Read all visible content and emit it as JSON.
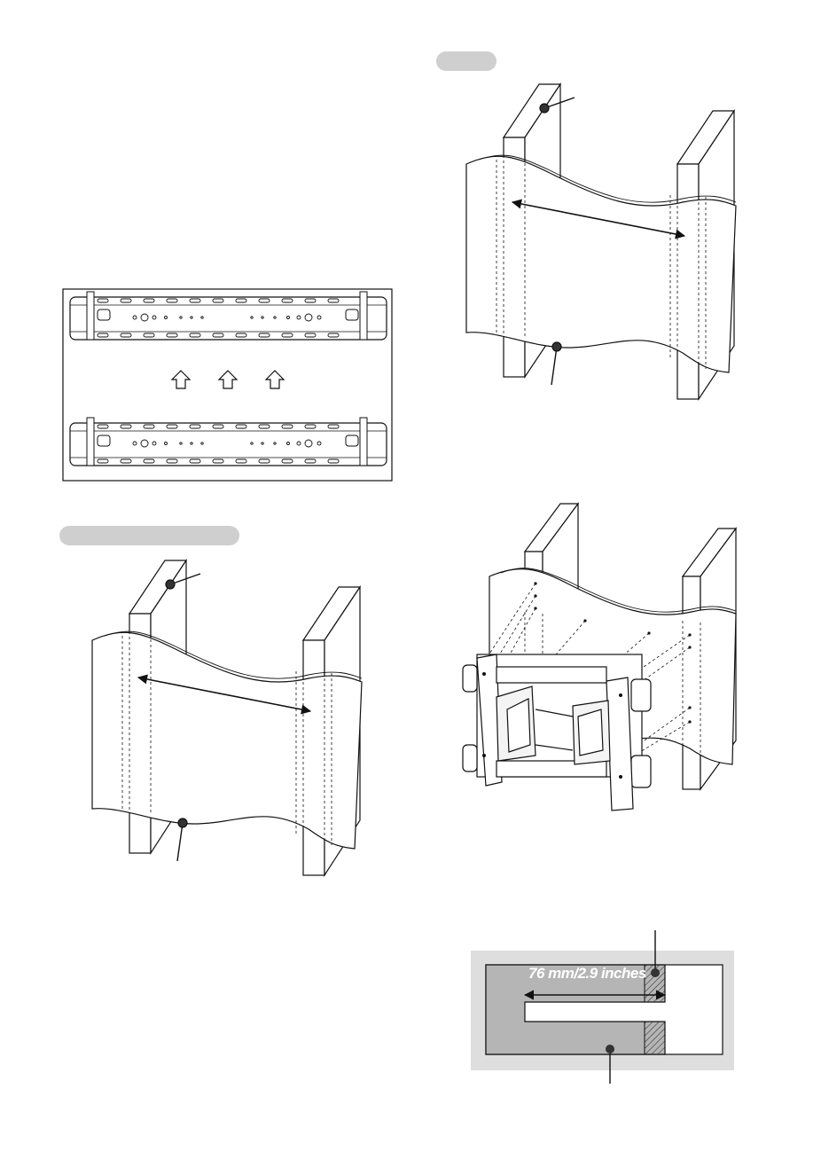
{
  "depth_dimension": {
    "label": "76 mm/2.9 inches",
    "value_mm": 76,
    "value_inches": 2.9
  },
  "colors": {
    "line": "#1a1a1a",
    "label_pill": "#cfcfcf",
    "depth_panel": "#dedede",
    "stud_fill": "#b5b5b5",
    "white": "#ffffff"
  },
  "icons": [
    "up-arrow-icon",
    "dimension-arrow-icon",
    "callout-dot-icon"
  ]
}
